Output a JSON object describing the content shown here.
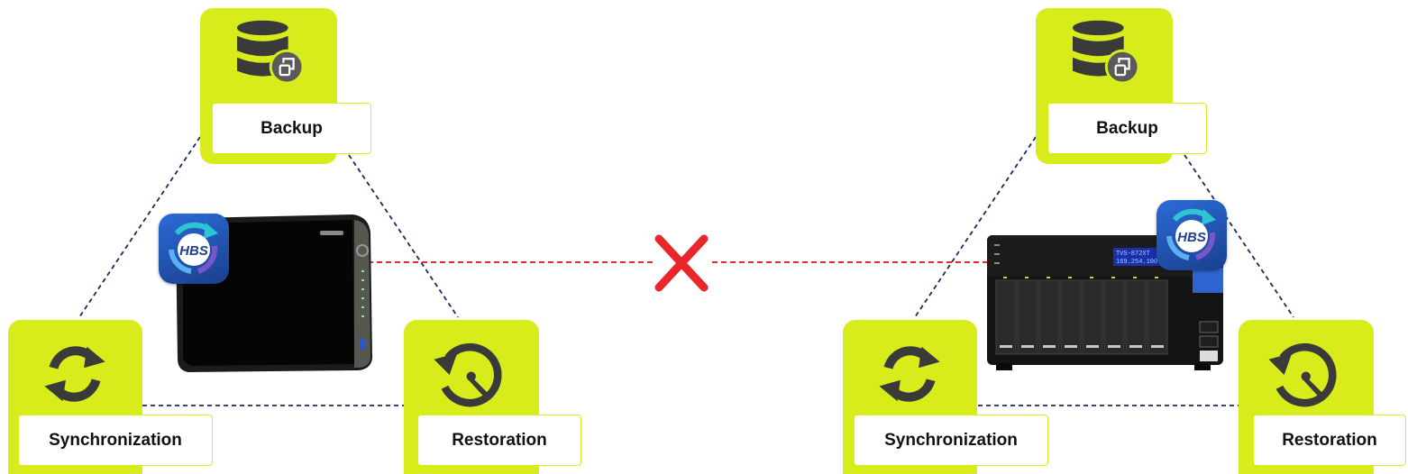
{
  "colors": {
    "tile": "#d8ec1c",
    "icon": "#3a3a3a",
    "triangle_line": "#1b2a5c",
    "link_line": "#e8262b",
    "cross": "#e8262b",
    "hbs_blue": "#1f4fb0",
    "hbs_teal": "#2ec5d3",
    "hbs_purple": "#7a55c9"
  },
  "left": {
    "backup": {
      "label": "Backup",
      "icon": "database-copy-icon"
    },
    "sync": {
      "label": "Synchronization",
      "icon": "sync-arrows-icon"
    },
    "restore": {
      "label": "Restoration",
      "icon": "restore-clock-icon"
    },
    "nas": {
      "icon": "nas-4bay-icon"
    },
    "app": {
      "label": "HBS",
      "icon": "hbs-app-icon"
    }
  },
  "right": {
    "backup": {
      "label": "Backup",
      "icon": "database-copy-icon"
    },
    "sync": {
      "label": "Synchronization",
      "icon": "sync-arrows-icon"
    },
    "restore": {
      "label": "Restoration",
      "icon": "restore-clock-icon"
    },
    "nas": {
      "model": "TVS-872XT",
      "lcd": "169.254.100.1",
      "icon": "nas-8bay-icon"
    },
    "app": {
      "label": "HBS",
      "icon": "hbs-app-icon"
    }
  },
  "link": {
    "status_icon": "cross-icon"
  }
}
